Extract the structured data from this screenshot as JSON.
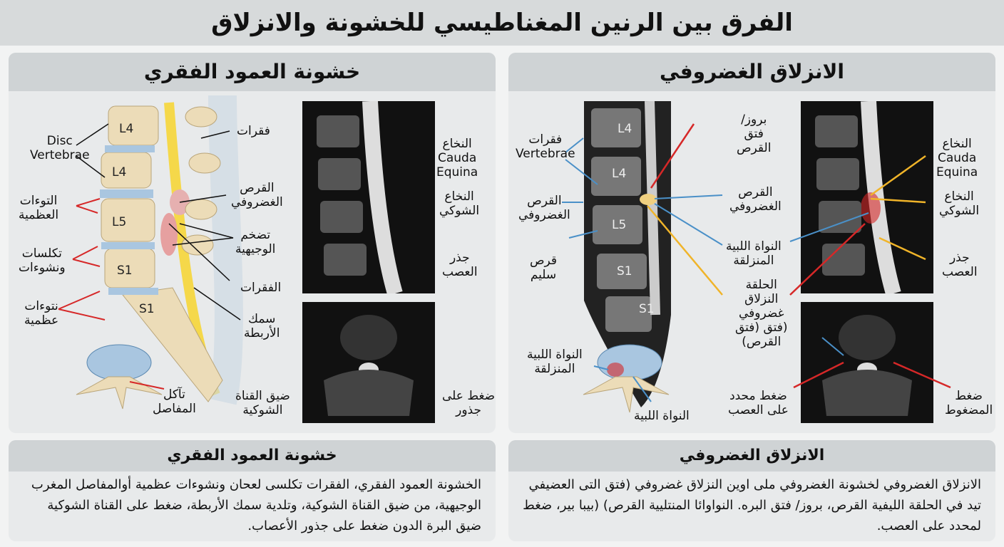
{
  "title": "الفرق بين الرنين المغناطيسي للخشونة والانزلاق",
  "left": {
    "heading": "خشونة العمود الفقري",
    "vertebrae": [
      "L4",
      "L4",
      "L5",
      "S1",
      "S1"
    ],
    "labels_left": [
      "Disc",
      "Vertebrae",
      "التوءات",
      "العظمية",
      "تكلسات",
      "ونشوءات",
      "نتوءات",
      "عظمية"
    ],
    "labels_right": [
      "فقرات",
      "القرص",
      "الغضروفي",
      "تضخم",
      "الوجيهية",
      "الفقرات",
      "سمك",
      "الأربطة",
      "تآكل",
      "المفاصل"
    ],
    "mri_labels": [
      "النخاع",
      "Cauda",
      "Equina",
      "النخاع",
      "الشوكي",
      "جذر",
      "العصب",
      "ضغط على",
      "جذور",
      "ضيق القناة",
      "الشوكية"
    ],
    "summary_heading": "خشونة العمود الفقري",
    "summary": "الخشونة العمود الفقري، الفقرات تكلسى لعحان ونشوءات عظمية أوالمفاصل المغرب الوجيهية، من ضيق القناة الشوكية، وتلدية سمك الأربطة، ضغط على القناة الشوكية ضيق البرة الدون ضغط على جذور الأعصاب."
  },
  "right": {
    "heading": "الانزلاق الغضروفي",
    "vertebrae": [
      "L4",
      "L4",
      "L5",
      "S1",
      "S1"
    ],
    "labels_left": [
      "فقرات",
      "Vertebrae",
      "القرص",
      "الغضروفي",
      "قرص",
      "سليم",
      "النواة اللبية",
      "المنزلقة",
      "النواة اللبية"
    ],
    "labels_mid": [
      "بروز/",
      "فتق",
      "القرص",
      "القرص",
      "الغضروفي",
      "النواة اللبية",
      "المنزلقة",
      "الحلقة",
      "النزلاق",
      "غضروفي",
      "(فتق (فتق",
      "القرص)"
    ],
    "mri_labels": [
      "النخاع",
      "Cauda",
      "Equina",
      "النخاع",
      "الشوكي",
      "جذر",
      "العصب",
      "ضغط محدد",
      "على العصب",
      "ضغط",
      "المضغوط"
    ],
    "summary_heading": "الانزلاق الغضروفي",
    "summary": "الانزلاق الغضروفي لخشونة الغضروفي ملى اوين النزلاق غضروفي (فتق التى العضيفي تيد في الحلقة الليفية القرص، بروز/ فتق البره. النواوائا المنتليية القرص) (بيبا بير، ضغط لمحدد على العصب."
  },
  "colors": {
    "arrow_red": "#d62828",
    "arrow_yellow": "#f0b429",
    "arrow_blue": "#4a90c8",
    "bone": "#ecdcb8",
    "disc": "#a9c6e0"
  }
}
